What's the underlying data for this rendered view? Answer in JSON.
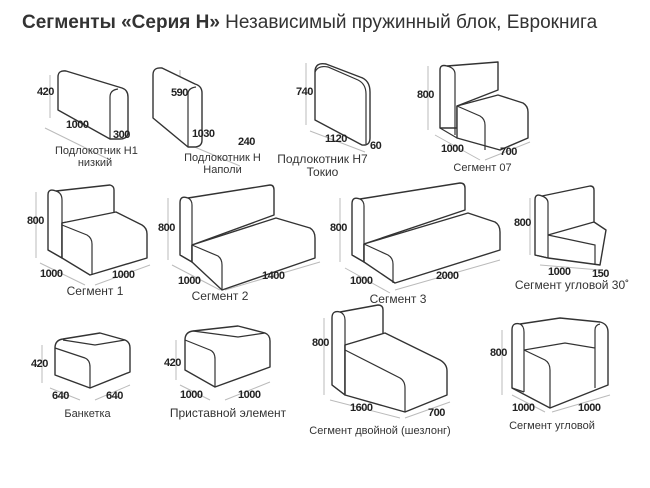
{
  "title": {
    "bold": "Сегменты «Серия Н»",
    "rest": " Независимый пружинный блок, Еврокнига"
  },
  "items": [
    {
      "name": "Подлокотник Н1",
      "name2": "низкий",
      "h": "420",
      "w": "1000",
      "d": "300"
    },
    {
      "name": "Подлокотник Н",
      "name2": "Наполи",
      "h": "590",
      "w": "1030",
      "d": "240"
    },
    {
      "name": "Подлокотник Н7",
      "name2": "Токио",
      "h": "740",
      "w": "1120",
      "d": "60"
    },
    {
      "name": "Сегмент 07",
      "h": "800",
      "w": "1000",
      "d": "700"
    },
    {
      "name": "Сегмент 1",
      "h": "800",
      "w": "1000",
      "d": "1000"
    },
    {
      "name": "Сегмент 2",
      "h": "800",
      "w": "1000",
      "d": "1400"
    },
    {
      "name": "Сегмент 3",
      "h": "800",
      "w": "1000",
      "d": "2000"
    },
    {
      "name": "Сегмент угловой 30˚",
      "h": "800",
      "w": "1000",
      "d": "150"
    },
    {
      "name": "Банкетка",
      "h": "420",
      "w": "640",
      "d": "640"
    },
    {
      "name": "Приставной элемент",
      "h": "420",
      "w": "1000",
      "d": "1000"
    },
    {
      "name": "Сегмент двойной (шезлонг)",
      "h": "800",
      "w": "1600",
      "d": "700"
    },
    {
      "name": "Сегмент угловой",
      "h": "800",
      "w": "1000",
      "d": "1000"
    }
  ]
}
